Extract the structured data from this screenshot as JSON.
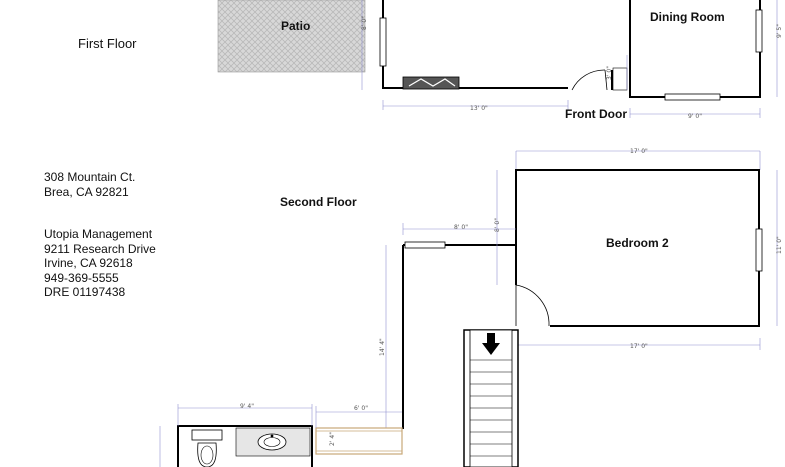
{
  "floor_labels": {
    "first": "First Floor",
    "second": "Second Floor"
  },
  "rooms": {
    "patio": "Patio",
    "dining_room": "Dining Room",
    "front_door": "Front Door",
    "bedroom_2": "Bedroom 2"
  },
  "property_address": [
    "308 Mountain Ct.",
    "Brea, CA 92821"
  ],
  "management": [
    "Utopia Management",
    "9211 Research Drive",
    "Irvine, CA 92618",
    "949-369-5555",
    "DRE 01197438"
  ],
  "dimensions": {
    "patio_side": "8' 0\"",
    "front_wall": "13' 0\"",
    "door_small": "3' 0\"",
    "dining_bottom": "9' 0\"",
    "dining_side": "9' 5\"",
    "bedroom_top": "17' 0\"",
    "bedroom_bottom": "17' 0\"",
    "bedroom_side": "11' 0\"",
    "hall_top": "8' 0\"",
    "hall_side": "8' 0\"",
    "hall_long": "14' 4\"",
    "bath_width": "9' 4\"",
    "closet_width": "6' 0\"",
    "closet_depth": "2' 4\""
  },
  "colors": {
    "wall": "#000000",
    "dimension_line": "#8f8fd0",
    "patio_fill": "#d4d4d4",
    "closet_wall": "#c8a878"
  }
}
